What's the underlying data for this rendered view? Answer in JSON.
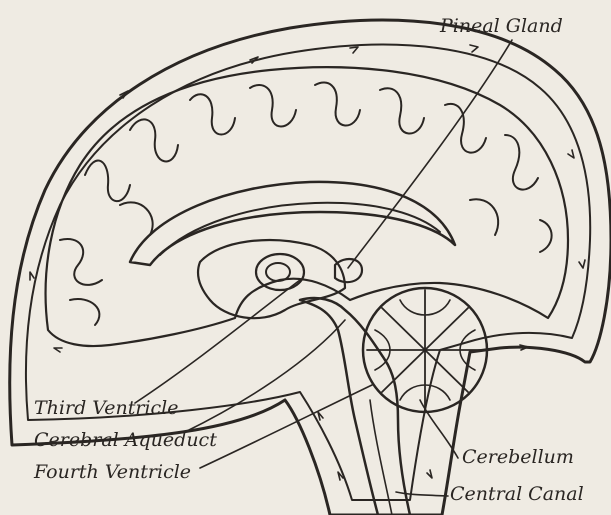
{
  "labels": {
    "pineal_gland": "Pineal Gland",
    "third_ventricle": "Third Ventricle",
    "cerebral_aqueduct": "Cerebral Aqueduct",
    "fourth_ventricle": "Fourth Ventricle",
    "cerebellum": "Cerebellum",
    "central_canal": "Central Canal"
  },
  "colors": {
    "background": "#efebe3",
    "csf_space": "#a7a19a",
    "brain_tissue": "#efebe3",
    "ink": "#2a2623"
  }
}
